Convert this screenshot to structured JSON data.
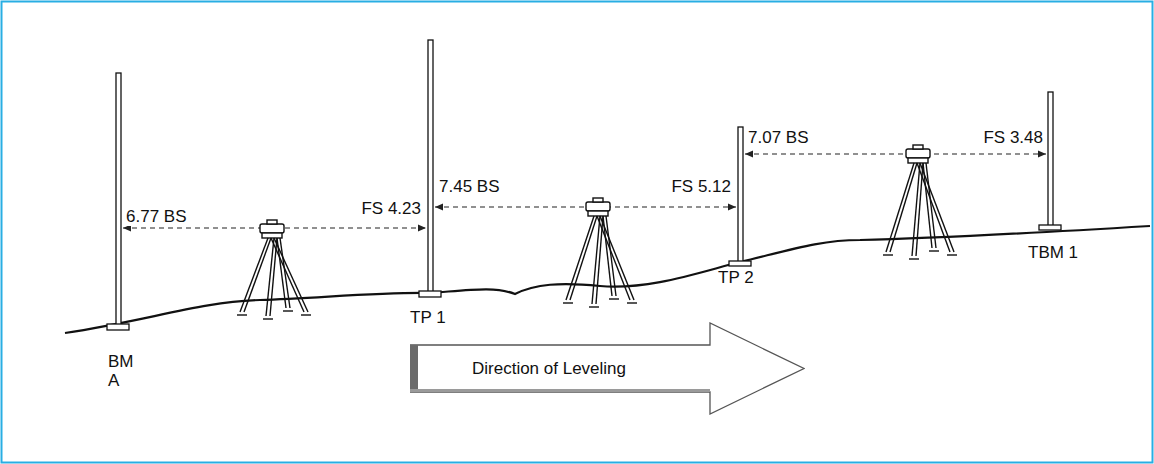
{
  "diagram": {
    "nodes": [
      {
        "text": [
          "Direction of Leveling"
        ]
      }
    ],
    "labels": [
      "6.77 BS",
      "FS 4.23",
      "7.45 BS",
      "FS 5.12",
      "7.07 BS",
      "FS 3.48",
      "BM A",
      "TP 1",
      "TP 2",
      "TBM 1"
    ]
  }
}
